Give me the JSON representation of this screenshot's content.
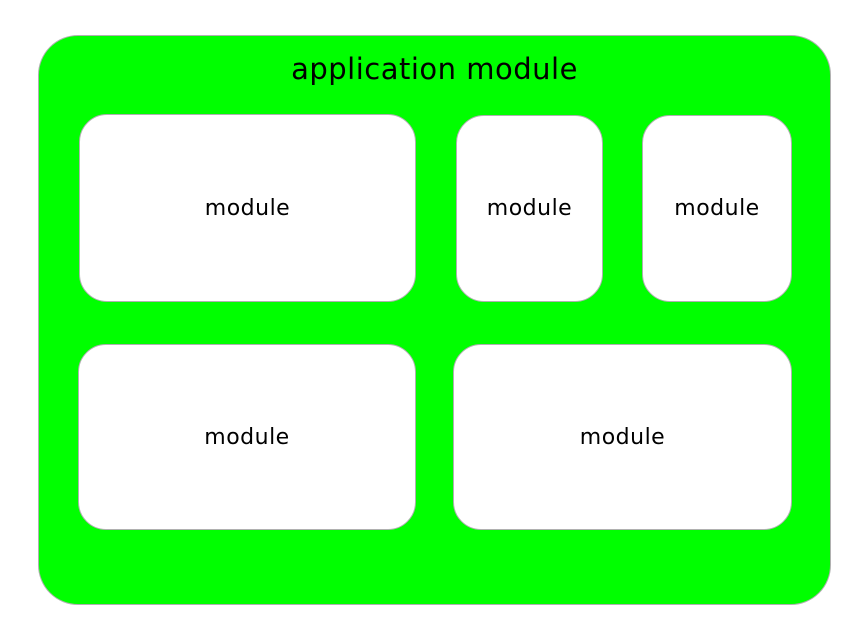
{
  "diagram": {
    "title": "application module",
    "modules": [
      {
        "label": "module"
      },
      {
        "label": "module"
      },
      {
        "label": "module"
      },
      {
        "label": "module"
      },
      {
        "label": "module"
      }
    ]
  },
  "colors": {
    "container-fill": "#00ff00",
    "module-fill": "#ffffff",
    "border": "#b0b0b0",
    "text": "#000000"
  }
}
